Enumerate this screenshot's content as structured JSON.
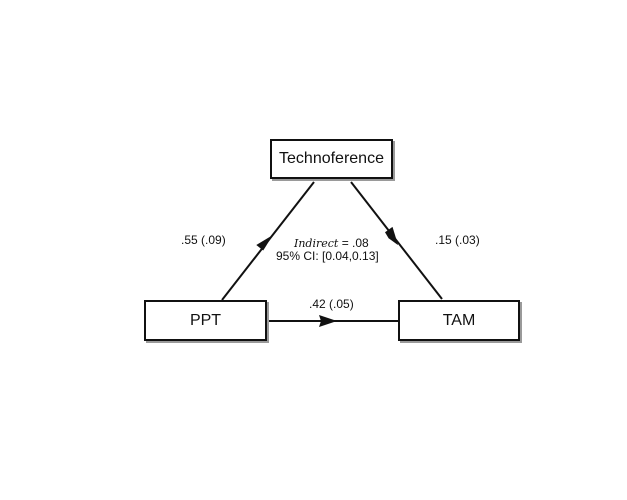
{
  "nodes": {
    "mediator": "Technoference",
    "predictor": "PPT",
    "outcome": "TAM"
  },
  "paths": {
    "a": ".55 (.09)",
    "b": ".15 (.03)",
    "c_prime": ".42 (.05)"
  },
  "indirect": {
    "label": "Indirect",
    "value": "= .08",
    "ci": "95% CI: [0.04,0.13]"
  }
}
